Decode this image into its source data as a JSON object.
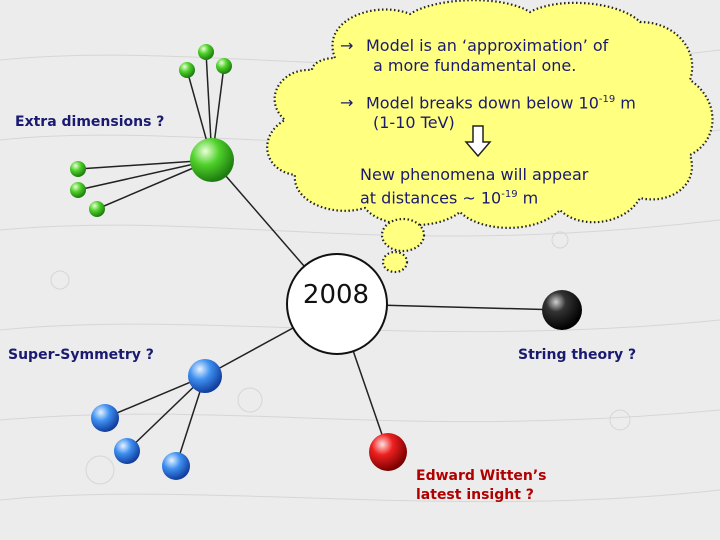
{
  "center": {
    "year": "2008"
  },
  "branches": {
    "extra_dimensions": "Extra dimensions ?",
    "super_symmetry": "Super-Symmetry ?",
    "string_theory": "String theory ?",
    "witten": {
      "line1": "Edward Witten’s",
      "line2": "latest insight ?"
    }
  },
  "bubble": {
    "arrow": "→",
    "point1": {
      "line1": "Model is an ‘approximation’ of",
      "line2": "a more fundamental one."
    },
    "point2": {
      "line1_text": "Model breaks down below 10",
      "line1_exp": "-19",
      "line1_unit": " m",
      "line2": "(1-10 TeV)"
    },
    "conclusion": {
      "line1": "New phenomena will appear",
      "line2_text": "at distances ~ 10",
      "line2_exp": "-19",
      "line2_unit": " m"
    }
  },
  "colors": {
    "green": "#3fbf20",
    "blue": "#2a70d8",
    "red": "#e01010",
    "black": "#000000",
    "bubble_fill": "#ffff80",
    "text_navy": "#1a1a70"
  }
}
